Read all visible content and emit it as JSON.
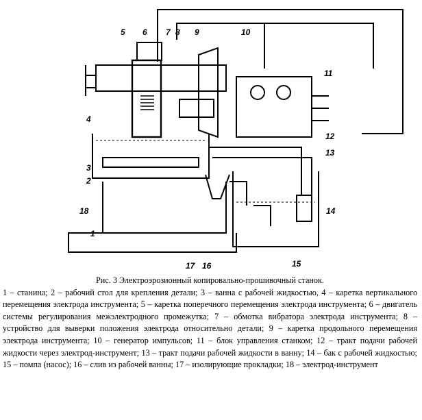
{
  "figure": {
    "labels": [
      "1",
      "2",
      "3",
      "4",
      "5",
      "6",
      "7",
      "8",
      "9",
      "10",
      "11",
      "12",
      "13",
      "14",
      "15",
      "16",
      "17",
      "18"
    ]
  },
  "caption": {
    "title": "Рис. 3 Электроэрозионный копировально-прошивочный станок.",
    "legend": [
      "1 – станина;",
      "2 – рабочий стол для крепления детали;",
      "3 – ванна с рабочей жидкостью,",
      "4 – каретка вертикального перемещения электрода инструмента;",
      "5 – каретка поперечного перемещения электрода инструмента;",
      "6 – двигатель системы регулирования межэлектродного промежутка;",
      "7 – обмотка вибратора электрода инструмента;",
      "8 – устройство для выверки положения электрода относительно детали;",
      "9 – каретка продольного перемещения электрода инструмента;",
      "10 – генератор импульсов;",
      "11 – блок управления станком;",
      "12 – тракт подачи рабочей жидкости через электрод-инструмент;",
      "13 – тракт подачи рабочей жидкости в ванну;",
      "14 – бак с рабочей жидкостью;",
      "15 – помпа (насос);",
      "16 – слив из рабочей ванны;",
      "17 – изолирующие прокладки;",
      "18 – электрод-инструмент"
    ]
  }
}
